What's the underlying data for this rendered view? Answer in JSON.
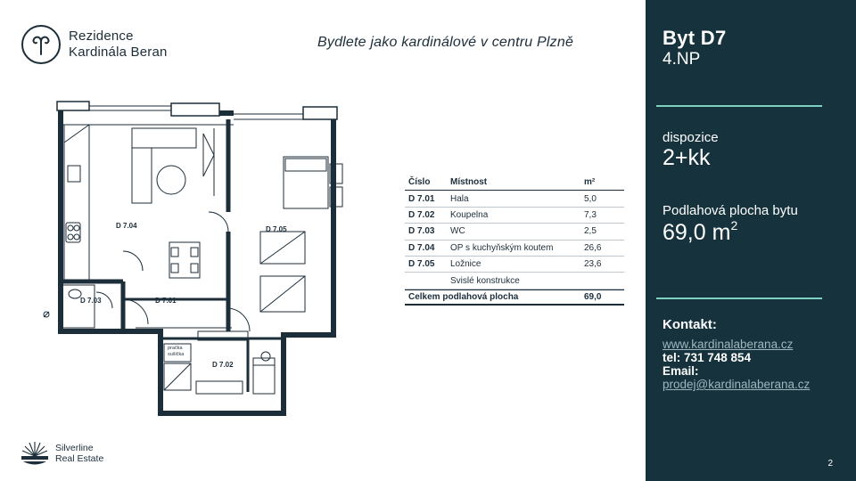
{
  "brand": {
    "line1": "Rezidence",
    "line2": "Kardinála Beran",
    "tagline": "Bydlete jako kardinálové v centru Plzně"
  },
  "plan": {
    "labels": {
      "r704": "D 7.04",
      "r705": "D 7.05",
      "r703": "D 7.03",
      "r701": "D 7.01",
      "r702": "D 7.02",
      "washer1": "pračka",
      "washer2": "sušička"
    }
  },
  "rooms": {
    "headers": {
      "number": "Číslo",
      "room": "Místnost",
      "area": "m²"
    },
    "rows": [
      {
        "number": "D 7.01",
        "room": "Hala",
        "area": "5,0"
      },
      {
        "number": "D 7.02",
        "room": "Koupelna",
        "area": "7,3"
      },
      {
        "number": "D 7.03",
        "room": "WC",
        "area": "2,5"
      },
      {
        "number": "D 7.04",
        "room": "OP s kuchyňským koutem",
        "area": "26,6"
      },
      {
        "number": "D 7.05",
        "room": "Ložnice",
        "area": "23,6"
      },
      {
        "number": "",
        "room": "Svislé konstrukce",
        "area": ""
      }
    ],
    "total": {
      "label": "Celkem podlahová plocha",
      "area": "69,0"
    }
  },
  "footer": {
    "company1": "Silverline",
    "company2": "Real Estate"
  },
  "panel": {
    "title": "Byt D7",
    "floor": "4.NP",
    "layout_label": "dispozice",
    "layout_value": "2+kk",
    "area_label": "Podlahová plocha bytu",
    "area_value": "69,0 m",
    "area_unit_exp": "2",
    "contact_label": "Kontakt:",
    "web": "www.kardinalaberana.cz",
    "phone": "tel: 731 748 854",
    "email_label": "Email:",
    "email": "prodej@kardinalaberana.cz",
    "page": "2"
  },
  "colors": {
    "panel_bg": "#16333d",
    "accent_rule": "#7fd0c2",
    "link": "#9fb6bf",
    "ink": "#1c2e3a"
  }
}
